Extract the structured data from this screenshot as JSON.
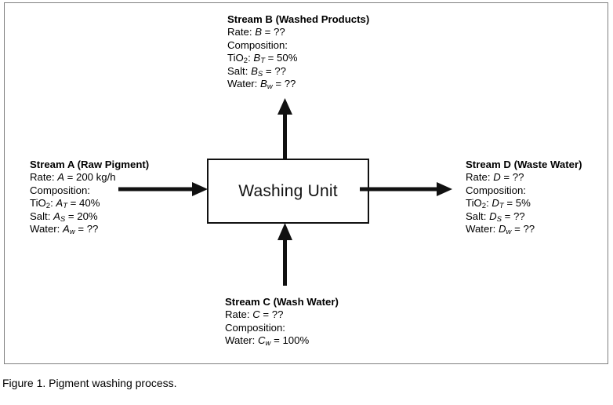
{
  "figure": {
    "caption": "Figure 1. Pigment washing process.",
    "unit_label": "Washing Unit",
    "border_color": "#808080",
    "line_color": "#111111"
  },
  "streams": {
    "a": {
      "title": "Stream A (Raw Pigment)",
      "rate_label": "Rate: ",
      "rate_symbol": "A",
      "rate_value": " = 200 kg/h",
      "composition_label": "Composition:",
      "tio2_label": "TiO",
      "tio2_sub": "2",
      "tio2_sep": ": ",
      "tio2_symbol": "A",
      "tio2_symbol_sub": "T",
      "tio2_value": " = 40%",
      "salt_label": "Salt: ",
      "salt_symbol": "A",
      "salt_symbol_sub": "S",
      "salt_value": " = 20%",
      "water_label": "Water: ",
      "water_symbol": "A",
      "water_symbol_sub": "w",
      "water_value": " = ??"
    },
    "b": {
      "title": "Stream B (Washed Products)",
      "rate_label": "Rate: ",
      "rate_symbol": "B",
      "rate_value": " = ??",
      "composition_label": "Composition:",
      "tio2_label": "TiO",
      "tio2_sub": "2",
      "tio2_sep": ": ",
      "tio2_symbol": "B",
      "tio2_symbol_sub": "T",
      "tio2_value": " = 50%",
      "salt_label": "Salt: ",
      "salt_symbol": "B",
      "salt_symbol_sub": "S",
      "salt_value": " = ??",
      "water_label": "Water: ",
      "water_symbol": "B",
      "water_symbol_sub": "w",
      "water_value": " = ??"
    },
    "c": {
      "title": "Stream C (Wash Water)",
      "rate_label": "Rate: ",
      "rate_symbol": "C",
      "rate_value": " = ??",
      "composition_label": "Composition:",
      "water_label": "Water: ",
      "water_symbol": "C",
      "water_symbol_sub": "w",
      "water_value": " = 100%"
    },
    "d": {
      "title": "Stream D (Waste Water)",
      "rate_label": "Rate: ",
      "rate_symbol": "D",
      "rate_value": " = ??",
      "composition_label": "Composition:",
      "tio2_label": "TiO",
      "tio2_sub": "2",
      "tio2_sep": ": ",
      "tio2_symbol": "D",
      "tio2_symbol_sub": "T",
      "tio2_value": " = 5%",
      "salt_label": "Salt: ",
      "salt_symbol": "D",
      "salt_symbol_sub": "S",
      "salt_value": " = ??",
      "water_label": "Water: ",
      "water_symbol": "D",
      "water_symbol_sub": "w",
      "water_value": " = ??"
    }
  },
  "arrows": {
    "a_direction": "right",
    "b_direction": "up",
    "c_direction": "up",
    "d_direction": "right"
  }
}
